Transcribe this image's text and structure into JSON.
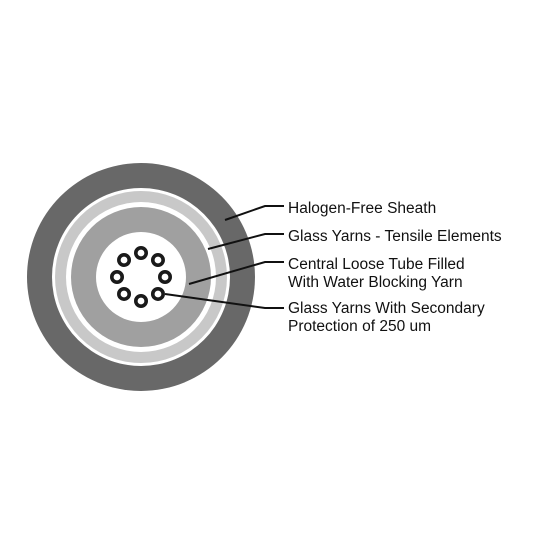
{
  "colors": {
    "sheath": "#686868",
    "glass_yarn_ring": "#c8c8c8",
    "separator": "#ffffff",
    "loose_tube": "#a0a0a0",
    "tube_core": "#ffffff",
    "fiber_ring": "#1a1a1a",
    "leader": "#111111",
    "text": "#111111"
  },
  "fiber_count": 8,
  "callouts": [
    {
      "lines": [
        "Halogen-Free Sheath"
      ]
    },
    {
      "lines": [
        "Glass Yarns - Tensile Elements"
      ]
    },
    {
      "lines": [
        "Central Loose Tube Filled",
        "With Water Blocking Yarn"
      ]
    },
    {
      "lines": [
        "Glass Yarns With Secondary",
        "Protection of 250 um"
      ]
    }
  ]
}
